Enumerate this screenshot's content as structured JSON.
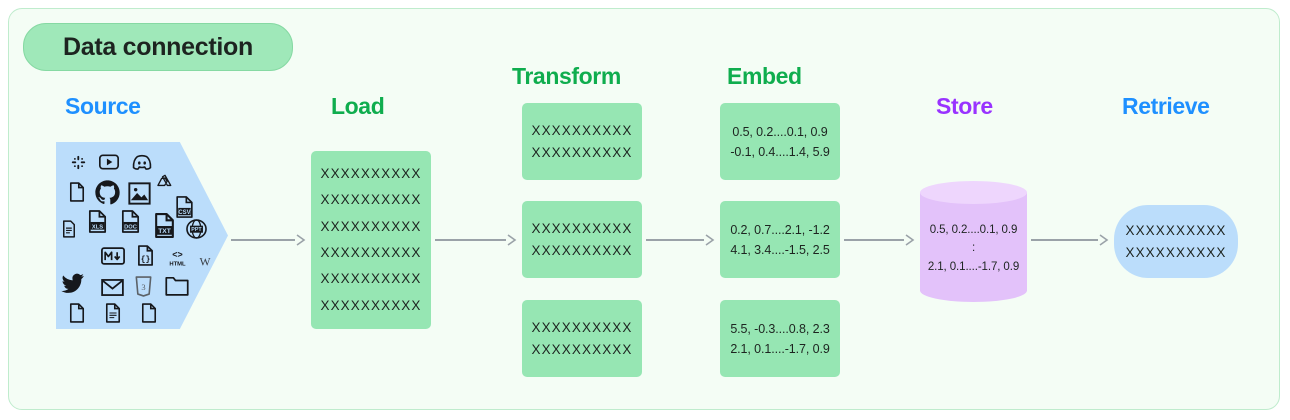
{
  "title": {
    "text": "Data connection"
  },
  "colors": {
    "canvas_bg": "#f4fdf5",
    "canvas_border": "#bfeccd",
    "title_pill_bg": "#9fe8b9",
    "blue": "#1e90ff",
    "green": "#0fad4e",
    "purple": "#9933ff",
    "green_box": "#96e6b3",
    "blue_box": "#bbddfb",
    "purple_box": "#e3c2fa",
    "arrow": "#9aa2a8"
  },
  "stages": [
    {
      "id": "source",
      "label": "Source",
      "label_color": "#1e90ff"
    },
    {
      "id": "load",
      "label": "Load",
      "label_color": "#0fad4e"
    },
    {
      "id": "transform",
      "label": "Transform",
      "label_color": "#0fad4e"
    },
    {
      "id": "embed",
      "label": "Embed",
      "label_color": "#0fad4e"
    },
    {
      "id": "store",
      "label": "Store",
      "label_color": "#9933ff"
    },
    {
      "id": "retrieve",
      "label": "Retrieve",
      "label_color": "#1e90ff"
    }
  ],
  "source": {
    "icons": [
      "slack-icon",
      "youtube-icon",
      "discord-icon",
      "file-icon",
      "github-icon",
      "image-icon",
      "google-drive-icon",
      "csv-file-icon",
      "document-icon",
      "xls-file-icon",
      "doc-file-icon",
      "txt-file-icon",
      "ppt-file-icon",
      "markdown-icon",
      "json-file-icon",
      "html-icon",
      "wikipedia-icon",
      "twitter-icon",
      "email-icon",
      "css3-icon",
      "folder-icon",
      "file-icon-2",
      "text-file-icon",
      "file-icon-3"
    ]
  },
  "load": {
    "rows": [
      "XXXXXXXXXX",
      "XXXXXXXXXX",
      "XXXXXXXXXX",
      "XXXXXXXXXX",
      "XXXXXXXXXX",
      "XXXXXXXXXX"
    ]
  },
  "transform": {
    "boxes": [
      {
        "rows": [
          "XXXXXXXXXX",
          "XXXXXXXXXX"
        ]
      },
      {
        "rows": [
          "XXXXXXXXXX",
          "XXXXXXXXXX"
        ]
      },
      {
        "rows": [
          "XXXXXXXXXX",
          "XXXXXXXXXX"
        ]
      }
    ]
  },
  "embed": {
    "boxes": [
      {
        "rows": [
          "0.5, 0.2....0.1, 0.9",
          "-0.1, 0.4....1.4, 5.9"
        ]
      },
      {
        "rows": [
          "0.2, 0.7....2.1, -1.2",
          "4.1, 3.4....-1.5, 2.5"
        ]
      },
      {
        "rows": [
          "5.5, -0.3....0.8, 2.3",
          "2.1, 0.1....-1.7, 0.9"
        ]
      }
    ]
  },
  "store": {
    "rows": [
      "0.5, 0.2....0.1, 0.9",
      ":",
      "2.1, 0.1....-1.7, 0.9"
    ]
  },
  "retrieve": {
    "rows": [
      "XXXXXXXXXX",
      "XXXXXXXXXX"
    ]
  },
  "arrows": [
    {
      "from": "source",
      "to": "load"
    },
    {
      "from": "load",
      "to": "transform"
    },
    {
      "from": "transform",
      "to": "embed"
    },
    {
      "from": "embed",
      "to": "store"
    },
    {
      "from": "store",
      "to": "retrieve"
    }
  ]
}
